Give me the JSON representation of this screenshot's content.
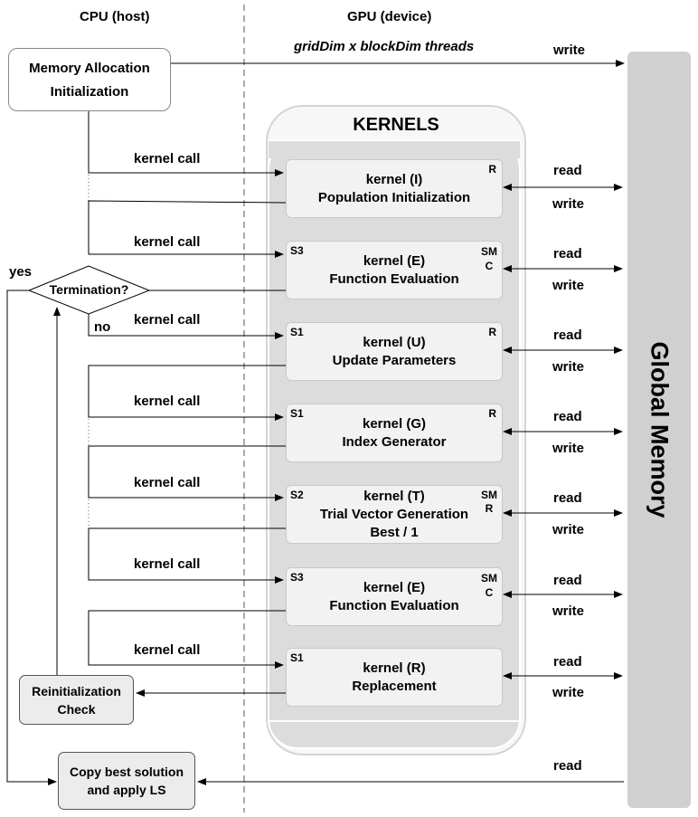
{
  "headers": {
    "cpu": "CPU (host)",
    "gpu": "GPU (device)"
  },
  "threads_label": "gridDim x blockDim threads",
  "mem_alloc": {
    "line1": "Memory Allocation",
    "line2": "Initialization"
  },
  "kernels_title": "KERNELS",
  "global_memory": "Global Memory",
  "termination": "Termination?",
  "yes_label": "yes",
  "no_label": "no",
  "kernel_call": "kernel call",
  "read": "read",
  "write": "write",
  "reinit": {
    "line1": "Reinitialization",
    "line2": "Check"
  },
  "copy_best": {
    "line1": "Copy best solution",
    "line2": "and apply LS"
  },
  "kernels": [
    {
      "name": "kernel (I)",
      "desc": "Population Initialization",
      "desc2": "",
      "left_tag": "",
      "right_tag": "R",
      "right_tag2": ""
    },
    {
      "name": "kernel (E)",
      "desc": "Function Evaluation",
      "desc2": "",
      "left_tag": "S3",
      "right_tag": "SM",
      "right_tag2": "C"
    },
    {
      "name": "kernel (U)",
      "desc": "Update Parameters",
      "desc2": "",
      "left_tag": "S1",
      "right_tag": "R",
      "right_tag2": ""
    },
    {
      "name": "kernel (G)",
      "desc": "Index Generator",
      "desc2": "",
      "left_tag": "S1",
      "right_tag": "R",
      "right_tag2": ""
    },
    {
      "name": "kernel (T)",
      "desc": "Trial Vector Generation",
      "desc2": "Best / 1",
      "left_tag": "S2",
      "right_tag": "SM",
      "right_tag2": "R"
    },
    {
      "name": "kernel (E)",
      "desc": "Function Evaluation",
      "desc2": "",
      "left_tag": "S3",
      "right_tag": "SM",
      "right_tag2": "C"
    },
    {
      "name": "kernel (R)",
      "desc": "Replacement",
      "desc2": "",
      "left_tag": "S1",
      "right_tag": "",
      "right_tag2": ""
    }
  ]
}
